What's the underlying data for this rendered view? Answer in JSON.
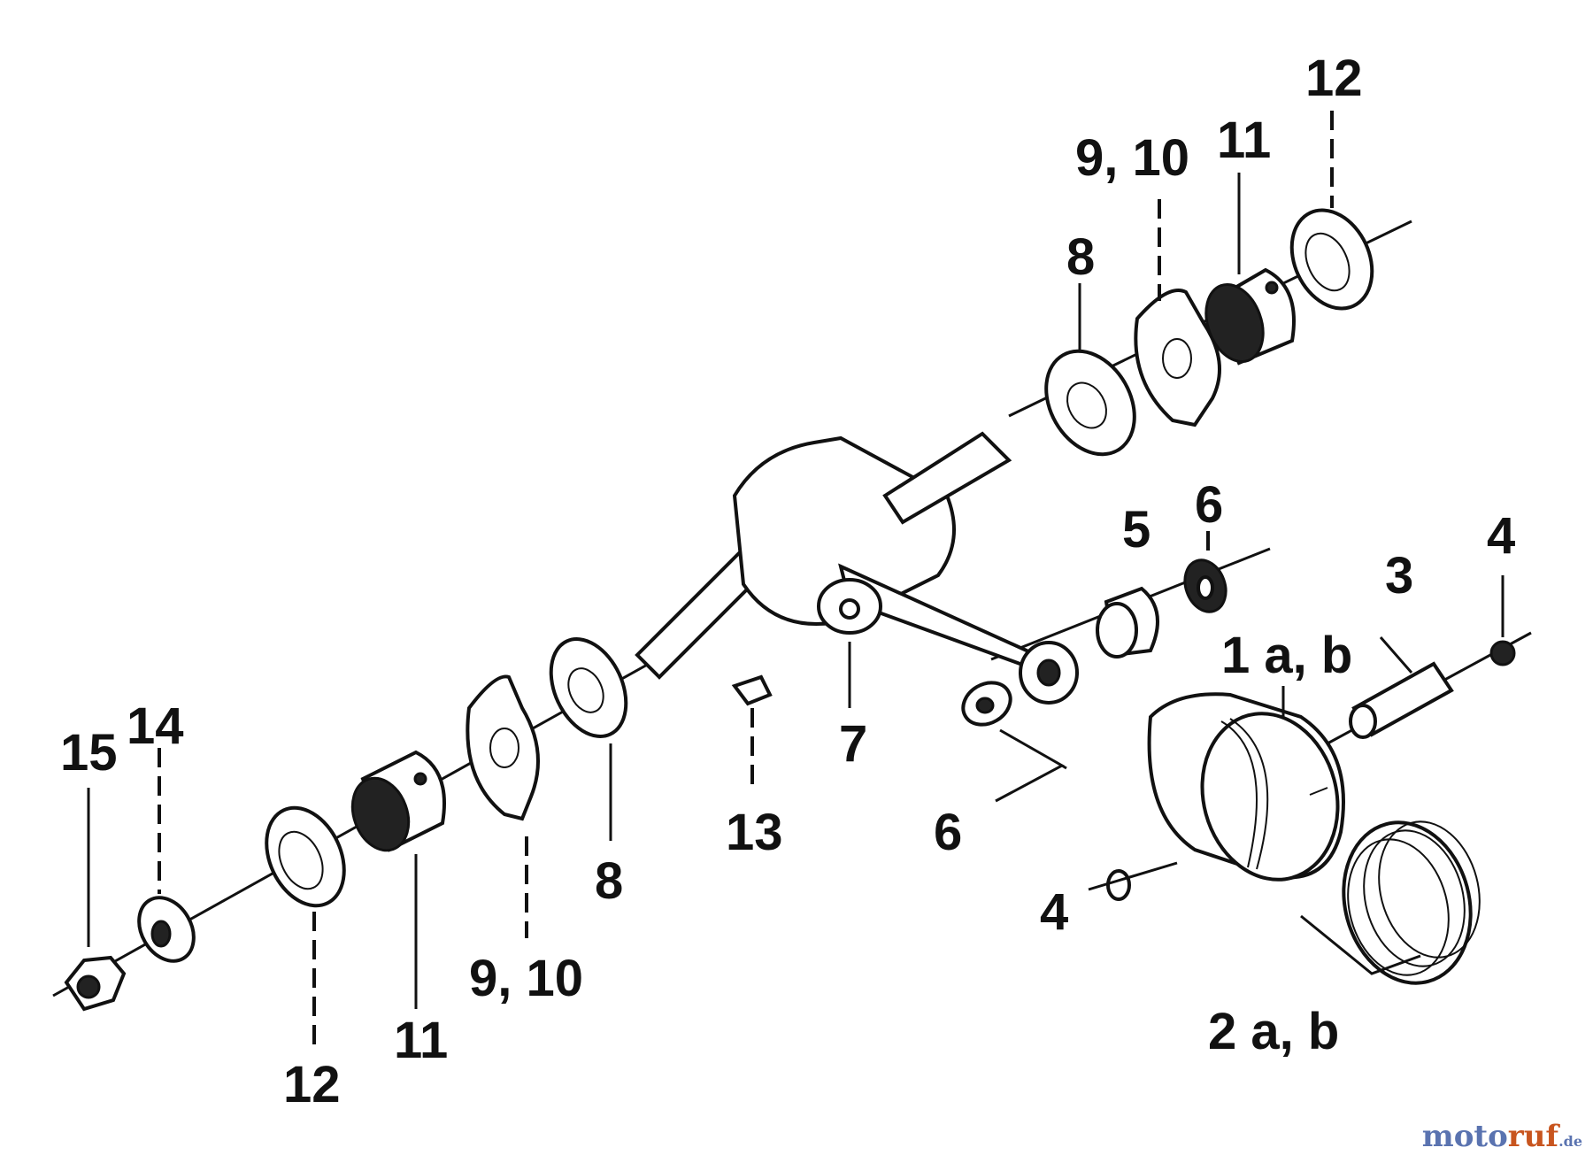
{
  "labels": {
    "l1": "1 a, b",
    "l2": "2 a, b",
    "l3": "3",
    "l4a": "4",
    "l4b": "4",
    "l5": "5",
    "l6a": "6",
    "l6b": "6",
    "l7": "7",
    "l8a": "8",
    "l8b": "8",
    "l910a": "9, 10",
    "l910b": "9, 10",
    "l11a": "11",
    "l11b": "11",
    "l12a": "12",
    "l12b": "12",
    "l13": "13",
    "l14": "14",
    "l15": "15"
  },
  "watermark": {
    "part1": "moto",
    "part2": "ruf",
    "part3": ".de"
  }
}
